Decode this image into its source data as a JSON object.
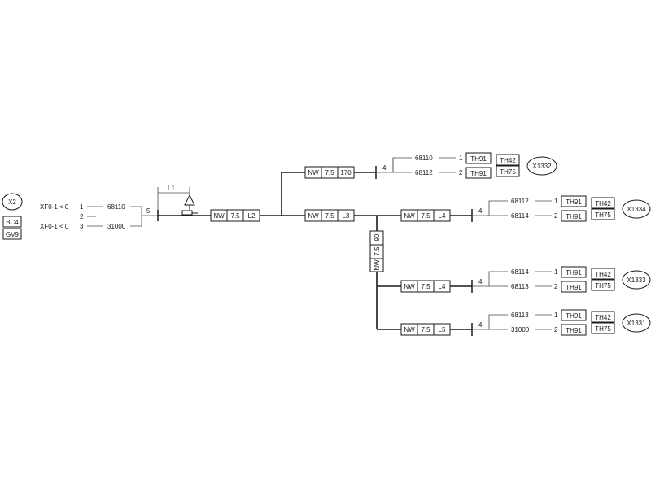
{
  "source": {
    "ellipse_label": "X2",
    "tags": [
      "BC4",
      "GV9"
    ],
    "rows": [
      {
        "conn": "XF0-1 < 0",
        "pin": "1",
        "wire": "68110"
      },
      {
        "conn": "",
        "pin": "2",
        "wire": ""
      },
      {
        "conn": "XF0-1 < 0",
        "pin": "3",
        "wire": "31000"
      }
    ],
    "count": "5"
  },
  "length_label": "L1",
  "segments": [
    {
      "id": "seg-l2",
      "parts": [
        "NW",
        "7.5",
        "L2"
      ]
    },
    {
      "id": "seg-170",
      "parts": [
        "NW",
        "7.5",
        "170"
      ]
    },
    {
      "id": "seg-l3",
      "parts": [
        "NW",
        "7.5",
        "L3"
      ]
    },
    {
      "id": "seg-l4a",
      "parts": [
        "NW",
        "7.5",
        "L4"
      ]
    },
    {
      "id": "seg-90",
      "parts": [
        "NW",
        "7.5",
        "90"
      ]
    },
    {
      "id": "seg-l4b",
      "parts": [
        "NW",
        "7.5",
        "L4"
      ]
    },
    {
      "id": "seg-l5",
      "parts": [
        "NW",
        "7.5",
        "L5"
      ]
    }
  ],
  "terminals": [
    {
      "id": "term-x1332",
      "count": "4",
      "ellipse": "X1332",
      "rows": [
        {
          "wire": "68110",
          "pin": "1",
          "tag": "TH91"
        },
        {
          "wire": "68112",
          "pin": "2",
          "tag": "TH91"
        }
      ],
      "tags": [
        "TH42",
        "TH75"
      ]
    },
    {
      "id": "term-x1334",
      "count": "4",
      "ellipse": "X1334",
      "rows": [
        {
          "wire": "68112",
          "pin": "1",
          "tag": "TH91"
        },
        {
          "wire": "68114",
          "pin": "2",
          "tag": "TH91"
        }
      ],
      "tags": [
        "TH42",
        "TH75"
      ]
    },
    {
      "id": "term-x1333",
      "count": "4",
      "ellipse": "X1333",
      "rows": [
        {
          "wire": "68114",
          "pin": "1",
          "tag": "TH91"
        },
        {
          "wire": "68113",
          "pin": "2",
          "tag": "TH91"
        }
      ],
      "tags": [
        "TH42",
        "TH75"
      ]
    },
    {
      "id": "term-x1331",
      "count": "4",
      "ellipse": "X1331",
      "rows": [
        {
          "wire": "68113",
          "pin": "1",
          "tag": "TH91"
        },
        {
          "wire": "31000",
          "pin": "2",
          "tag": "TH91"
        }
      ],
      "tags": [
        "TH42",
        "TH75"
      ]
    }
  ]
}
